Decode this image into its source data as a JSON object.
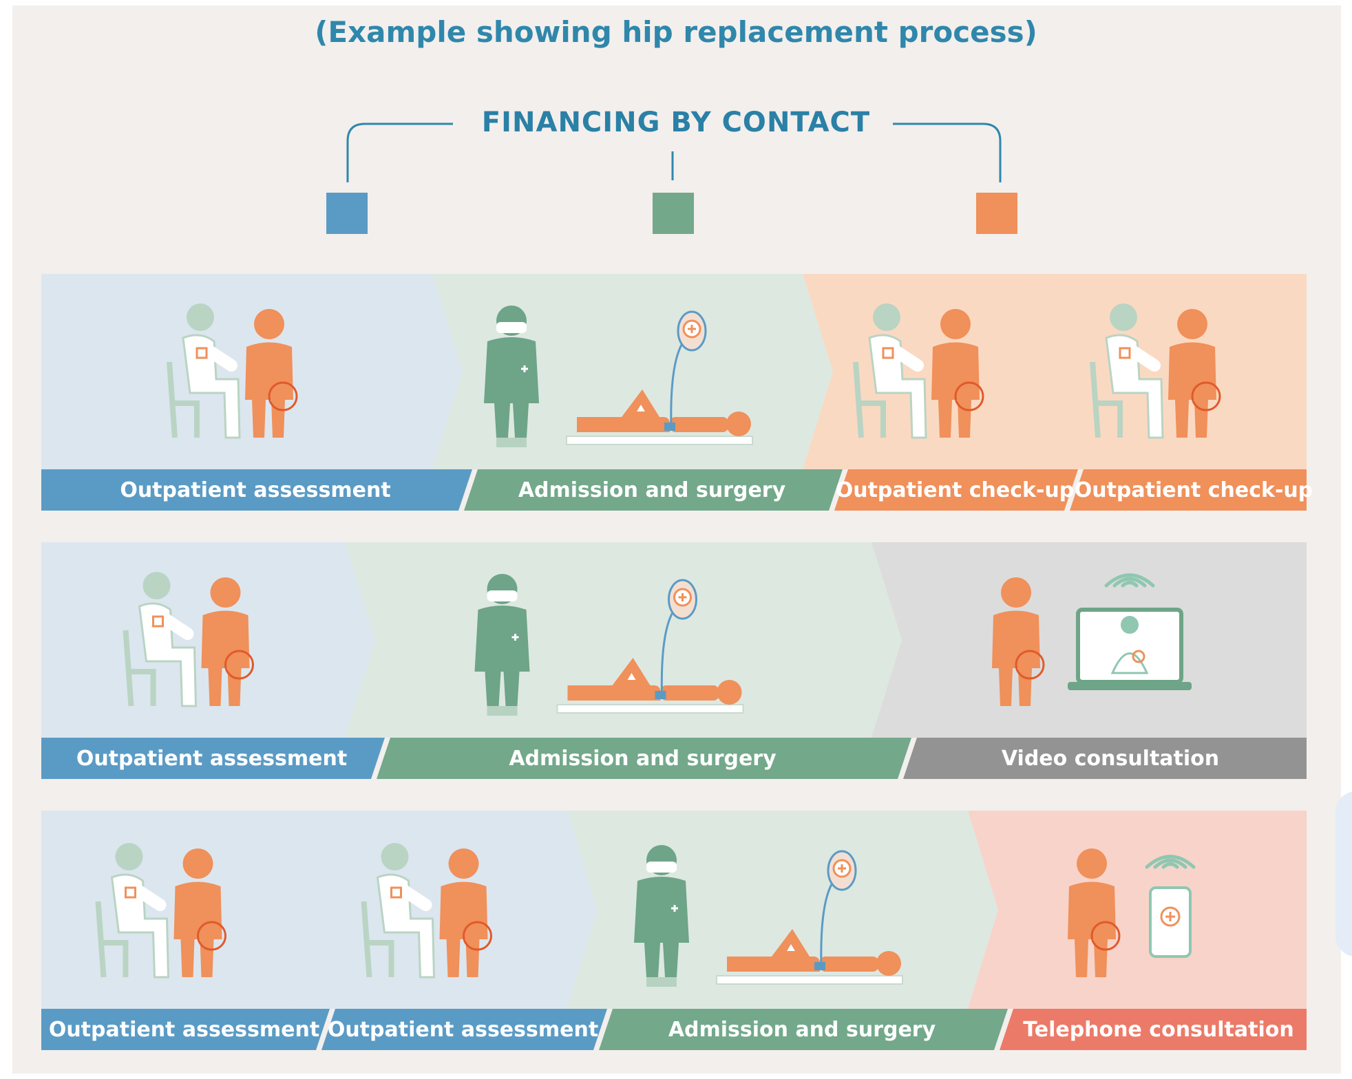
{
  "title": "(Example showing hip replacement process)",
  "header": {
    "label": "FINANCING BY CONTACT"
  },
  "colors": {
    "outpatient": "#5a9bc5",
    "admission": "#73a88b",
    "checkup": "#f0905a",
    "video": "#939393",
    "telephone": "#ec7a68"
  },
  "legend": [
    {
      "color": "#5a9bc5",
      "category": "outpatient"
    },
    {
      "color": "#73a88b",
      "category": "admission"
    },
    {
      "color": "#f0905a",
      "category": "checkup"
    }
  ],
  "rows": [
    {
      "segments": [
        {
          "label": "Outpatient assessment",
          "type": "outpatient",
          "illustration": "assessment-illustration"
        },
        {
          "label": "Admission and surgery",
          "type": "admission",
          "illustration": "surgery-illustration"
        },
        {
          "label": "Outpatient check-up",
          "type": "checkup",
          "illustration": "assessment-illustration"
        },
        {
          "label": "Outpatient check-up",
          "type": "checkup",
          "illustration": "assessment-illustration"
        }
      ]
    },
    {
      "segments": [
        {
          "label": "Outpatient assessment",
          "type": "outpatient",
          "illustration": "assessment-illustration"
        },
        {
          "label": "Admission and surgery",
          "type": "admission",
          "illustration": "surgery-illustration"
        },
        {
          "label": "Video consultation",
          "type": "video",
          "illustration": "video-call-illustration"
        }
      ]
    },
    {
      "segments": [
        {
          "label": "Outpatient assessment",
          "type": "outpatient",
          "illustration": "assessment-illustration"
        },
        {
          "label": "Outpatient assessment",
          "type": "outpatient",
          "illustration": "assessment-illustration"
        },
        {
          "label": "Admission and surgery",
          "type": "admission",
          "illustration": "surgery-illustration"
        },
        {
          "label": "Telephone consultation",
          "type": "telephone",
          "illustration": "phone-call-illustration"
        }
      ]
    }
  ]
}
